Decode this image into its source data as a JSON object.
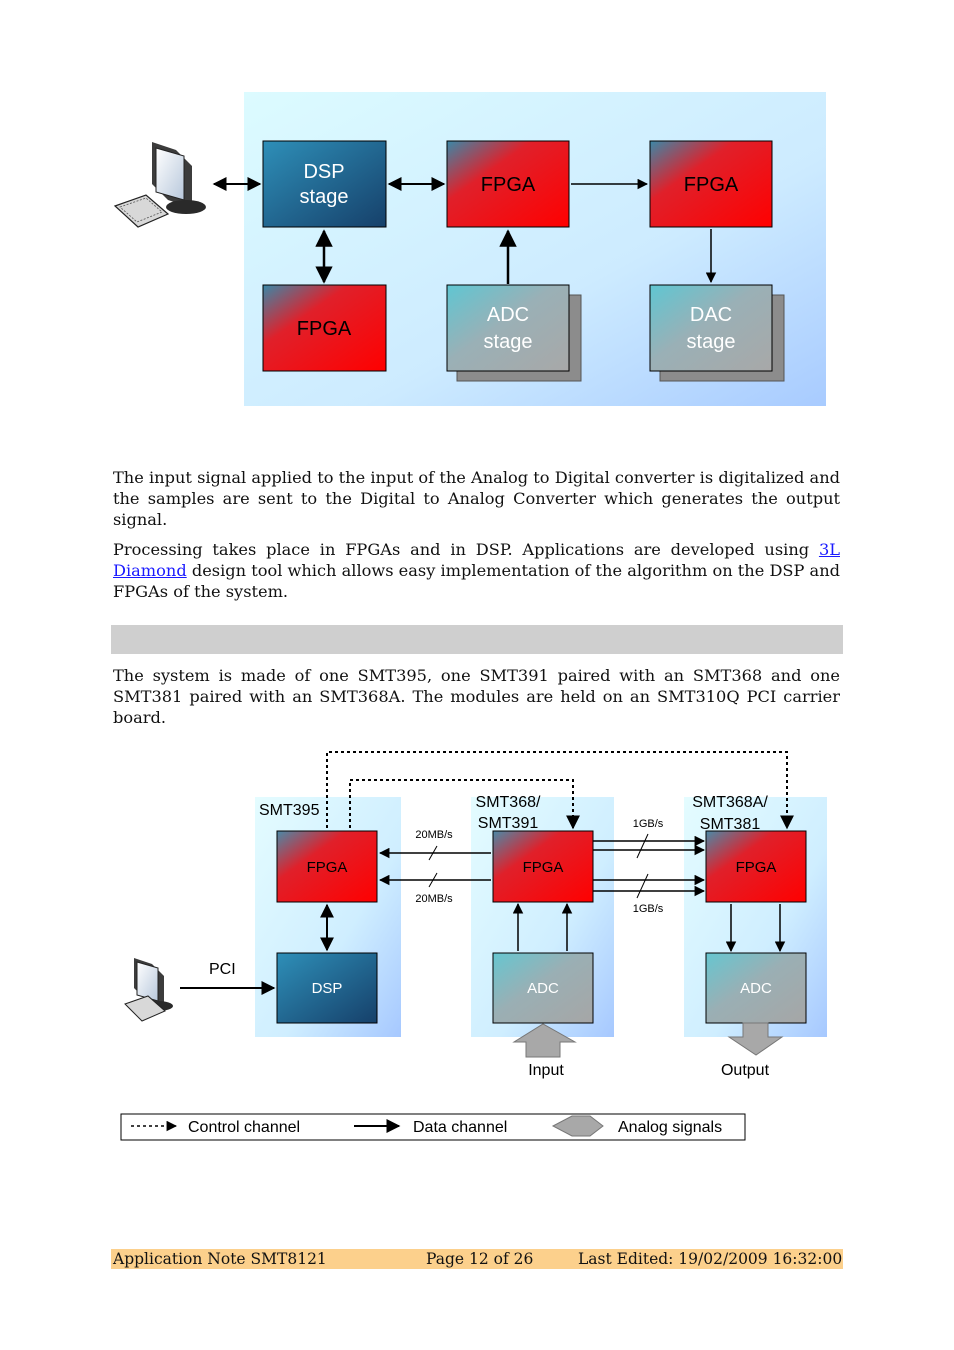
{
  "diagram1": {
    "dsp": [
      "DSP",
      "stage"
    ],
    "fpga_top_mid": "FPGA",
    "fpga_top_right": "FPGA",
    "fpga_bottom_left": "FPGA",
    "adc": [
      "ADC",
      "stage"
    ],
    "dac": [
      "DAC",
      "stage"
    ]
  },
  "paragraphs": {
    "p1": "The input signal applied to the input of the Analog to Digital converter is digitalized and the samples are sent to the Digital to Analog Converter which generates the output signal.",
    "p2_before": "Processing takes place in FPGAs and in DSP.  Applications are developed using ",
    "p2_link": "3L Diamond",
    "p2_after": " design tool which allows easy implementation of the algorithm on the DSP and FPGAs of the system.",
    "p3": "The system is made of one SMT395, one SMT391 paired with an SMT368 and one SMT381 paired with an SMT368A.  The modules are held on an SMT310Q PCI carrier board."
  },
  "diagram2": {
    "module1": "SMT395",
    "module2": [
      "SMT368/",
      "SMT391"
    ],
    "module3": [
      "SMT368A/",
      "SMT381"
    ],
    "fpga": "FPGA",
    "dsp": "DSP",
    "adc": "ADC",
    "pci": "PCI",
    "rate_20_top": "20MB/s",
    "rate_20_bottom": "20MB/s",
    "rate_1g_top": "1GB/s",
    "rate_1g_bottom": "1GB/s",
    "input": "Input",
    "output": "Output",
    "legend": {
      "control": "Control channel",
      "data": "Data channel",
      "analog": "Analog signals"
    }
  },
  "footer": {
    "left": "Application Note SMT8121",
    "center": "Page 12 of 26",
    "right": "Last Edited: 19/02/2009 16:32:00"
  }
}
